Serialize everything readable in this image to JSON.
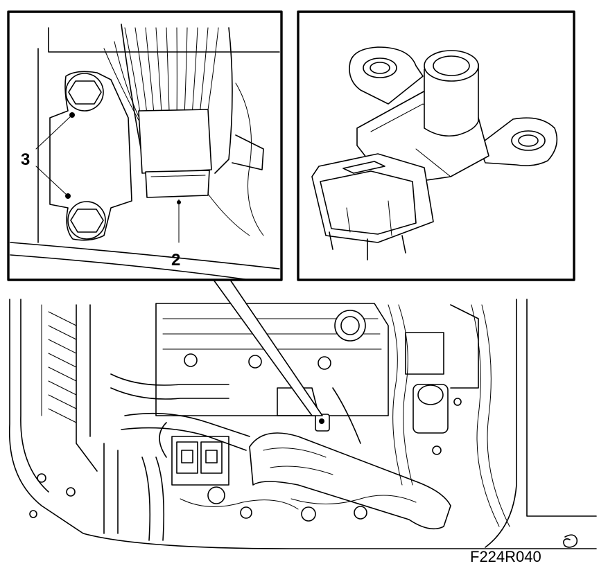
{
  "callouts": {
    "fasteners": "3",
    "sensor": "2"
  },
  "reference_code": "F224R040"
}
